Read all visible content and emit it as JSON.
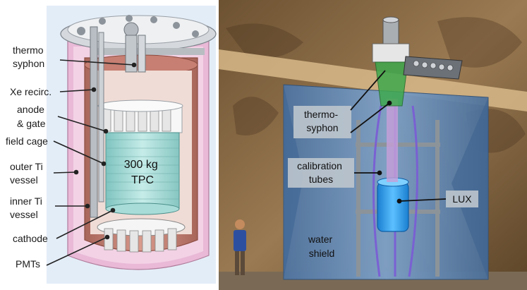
{
  "left_panel": {
    "labels": {
      "thermo_syphon": [
        "thermo",
        "syphon"
      ],
      "xe_recirc": [
        "Xe recirc."
      ],
      "anode_gate": [
        "anode",
        "& gate"
      ],
      "field_cage": [
        "field cage"
      ],
      "outer_ti_vessel": [
        "outer Ti",
        "vessel"
      ],
      "inner_ti_vessel": [
        "inner Ti",
        "vessel"
      ],
      "cathode": [
        "cathode"
      ],
      "pmts": [
        "PMTs"
      ],
      "tpc": [
        "300 kg",
        "TPC"
      ]
    }
  },
  "right_panel": {
    "labels": {
      "thermosyphon": [
        "thermo-",
        "syphon"
      ],
      "calibration_tubes": [
        "calibration",
        "tubes"
      ],
      "lux": [
        "LUX"
      ],
      "water_shield": [
        "water",
        "shield"
      ]
    }
  },
  "colors": {
    "copper": "#c8877a",
    "copper_dark": "#9e5a4d",
    "outer_vessel": "#e8b8d6",
    "background_left": "#dfeaf7",
    "rock": "#8a6a45",
    "water_tank": "#5f86b3",
    "lux_detector": "#2f9bea",
    "label_box": "#b9c3cc"
  }
}
